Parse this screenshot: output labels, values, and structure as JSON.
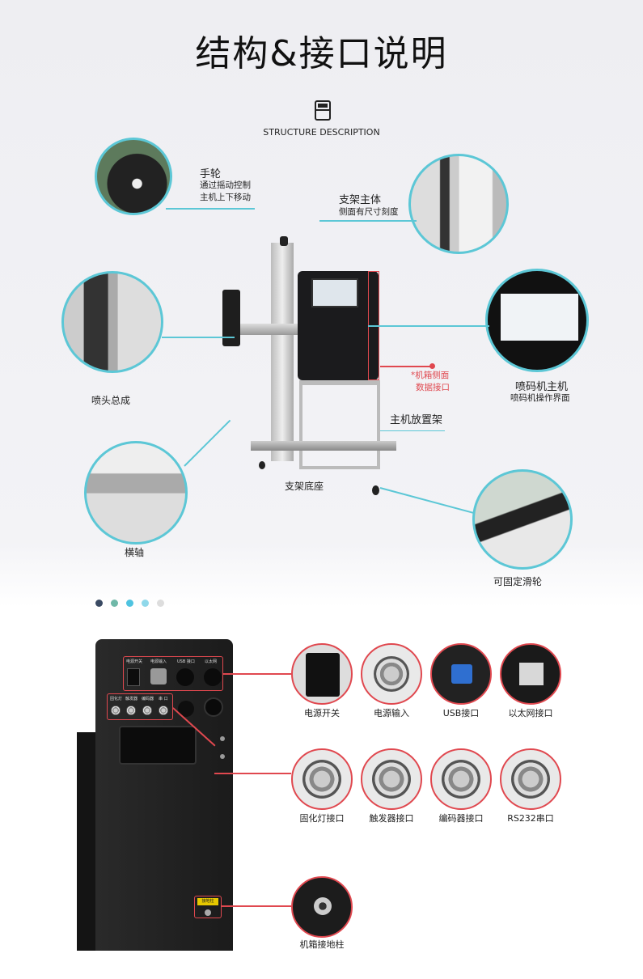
{
  "header": {
    "title": "结构&接口说明",
    "subtitle": "STRUCTURE DESCRIPTION",
    "icon": "printer-icon"
  },
  "structure": {
    "handwheel": {
      "title": "手轮",
      "desc1": "通过摇动控制",
      "desc2": "主机上下移动"
    },
    "stand_body": {
      "title": "支架主体",
      "desc": "侧面有尺寸刻度"
    },
    "nozzle": {
      "title": "喷头总成"
    },
    "side_ports": {
      "line1": "*机箱侧面",
      "line2": "数据接口"
    },
    "main_unit": {
      "title": "喷码机主机",
      "desc": "喷码机操作界面"
    },
    "host_rack": {
      "title": "主机放置架"
    },
    "stand_base": {
      "title": "支架底座"
    },
    "crossbar": {
      "title": "横轴"
    },
    "caster": {
      "title": "可固定滑轮"
    }
  },
  "pagination": {
    "dots": 5,
    "colors": [
      "#3a4a63",
      "#6fb8a8",
      "#4fc3e0",
      "#8fd8ea",
      "#dddddd"
    ]
  },
  "panel": {
    "top_labels": [
      "电源开关",
      "电源输入",
      "USB 接口",
      "以太网"
    ],
    "bottom_labels": [
      "固化灯",
      "触发器",
      "编码器",
      "串 口"
    ],
    "ground_label": "接地柱"
  },
  "interfaces": {
    "row1": [
      "电源开关",
      "电源输入",
      "USB接口",
      "以太网接口"
    ],
    "row2": [
      "固化灯接口",
      "触发器接口",
      "编码器接口",
      "RS232串口"
    ],
    "row3": [
      "机箱接地柱"
    ]
  },
  "colors": {
    "accent": "#5cc7d6",
    "highlight": "#e0484f"
  }
}
